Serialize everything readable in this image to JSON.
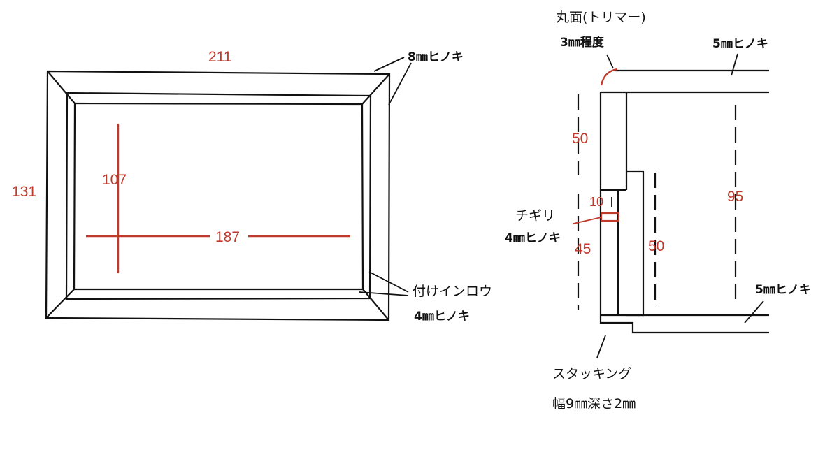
{
  "front_view": {
    "dims": {
      "outer_width": "211",
      "outer_height": "131",
      "inner_height": "107",
      "inner_width": "187"
    },
    "labels": {
      "frame_material": "8㎜ヒノキ",
      "inlay_name": "付けインロウ",
      "inlay_material": "4㎜ヒノキ"
    }
  },
  "section_view": {
    "labels": {
      "round_edge": "丸面(トリマー)",
      "round_edge_size": "3㎜程度",
      "top_material": "5㎜ヒノキ",
      "chigiri": "チギリ",
      "chigiri_material": "4㎜ヒノキ",
      "bottom_material": "5㎜ヒノキ",
      "stacking": "スタッキング",
      "stacking_size": "幅9㎜深さ2㎜"
    },
    "dims": {
      "upper_50": "50",
      "ten": "10",
      "lower_45": "45",
      "inner_50": "50",
      "height_95": "95"
    }
  },
  "colors": {
    "dimension": "#c0392b",
    "line": "#111111"
  }
}
